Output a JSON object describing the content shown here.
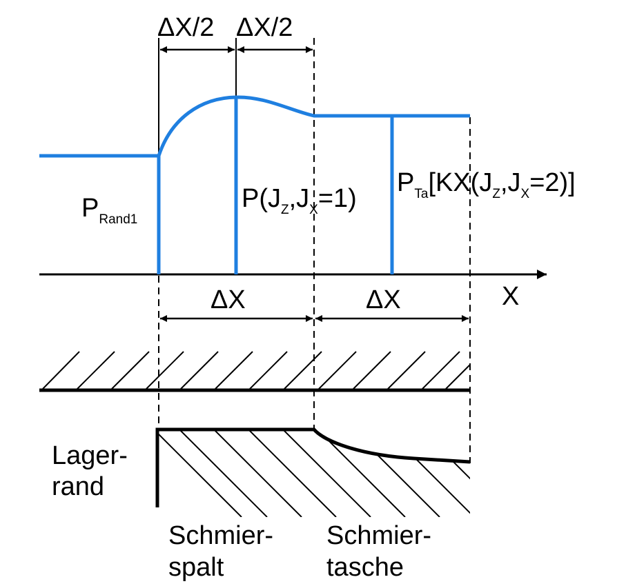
{
  "dimensions": {
    "half_left": "ΔX/2",
    "half_right": "ΔX/2",
    "full_left": "ΔX",
    "full_right": "ΔX"
  },
  "axis": {
    "label": "X"
  },
  "pressure_labels": {
    "rand": {
      "main": "P",
      "sub": "Rand1"
    },
    "mid": {
      "text_a": "P(J",
      "sub_z": "Z",
      "text_b": ",J",
      "sub_x": "X",
      "text_c": "=1)"
    },
    "tasche": {
      "main": "P",
      "sub_ta": "Ta",
      "text_a": "[KX(J",
      "sub_z": "Z",
      "text_b": ",J",
      "sub_x": "X",
      "text_c": "=2)]"
    }
  },
  "regions": {
    "lagerrand_line1": "Lager-",
    "lagerrand_line2": "rand",
    "spalt_line1": "Schmier-",
    "spalt_line2": "spalt",
    "tasche_line1": "Schmier-",
    "tasche_line2": "tasche"
  },
  "colors": {
    "pressure": "#1f7fe0",
    "ink": "#000000"
  }
}
